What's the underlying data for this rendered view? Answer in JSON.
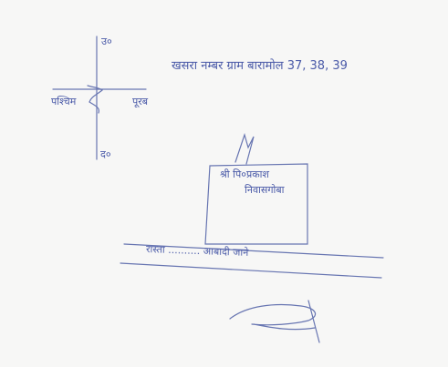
{
  "compass": {
    "north": "उ०",
    "south": "द०",
    "west": "पश्चिम",
    "east": "पूरब"
  },
  "header_note": "खसरा नम्बर ग्राम बारामोल 37, 38, 39",
  "plot": {
    "owner_line1": "श्री पि०प्रकाश",
    "owner_line2": "निवासगोबा"
  },
  "road": {
    "label": "रास्ता .......... आबादी जाने"
  },
  "colors": {
    "ink": "#4a5aa8",
    "paper": "#f7f7f6"
  },
  "icons": [
    "signature",
    "stamp-scribble"
  ]
}
